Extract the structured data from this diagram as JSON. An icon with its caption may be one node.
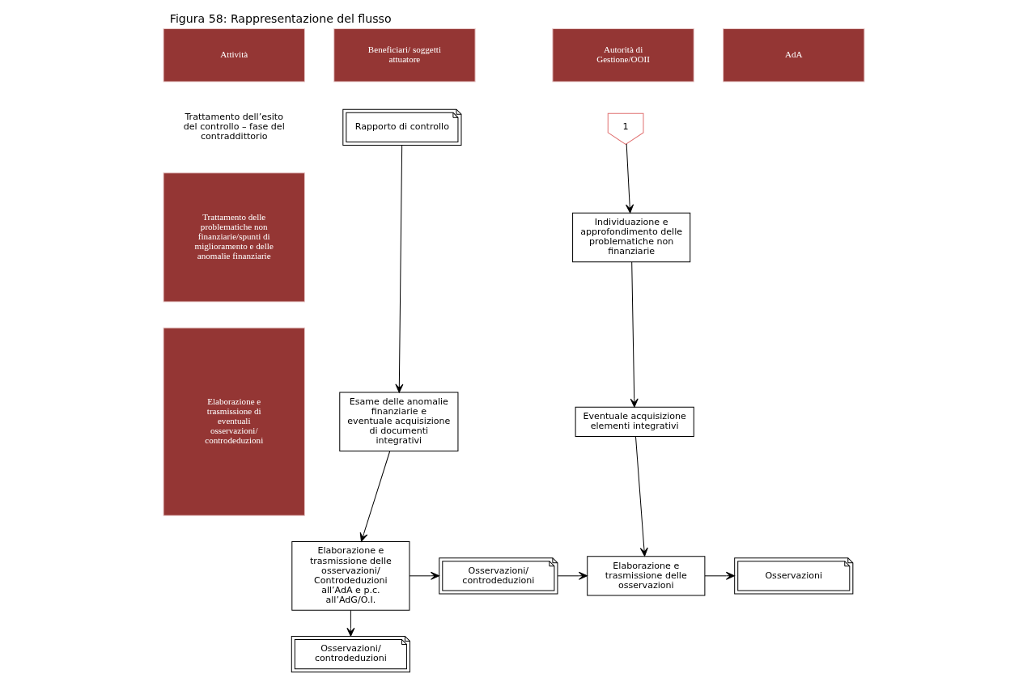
{
  "diagram": {
    "title": "Figura 58: Rappresentazione del flusso",
    "nodes": [
      {
        "text": [
          "Attività"
        ]
      },
      {
        "text": [
          "Beneficiari/ soggetti attuatore"
        ]
      },
      {
        "text": [
          "Autorità di Gestione/OOII"
        ]
      },
      {
        "text": [
          "AdA"
        ]
      },
      {
        "text": [
          "Trattamento delle problematiche non finanziarie/spunti di miglioramento e delle anomalie finanziarie"
        ]
      },
      {
        "text": [
          "Elaborazione e trasmissione di eventuali osservazioni/ controdeduzioni"
        ]
      },
      {
        "text": [
          "Rapporto di controllo"
        ]
      },
      {
        "text": [
          "Esame delle anomalie finanziarie e eventuale acquisizione di documenti integrativi"
        ]
      },
      {
        "text": [
          "Elaborazione e trasmissione delle osservazioni/ Controdeduzioni all’AdA e p.c. all’AdG/O.I."
        ]
      },
      {
        "text": [
          "Osservazioni/ controdeduzioni"
        ]
      },
      {
        "text": [
          "1"
        ]
      },
      {
        "text": [
          "Individuazione e approfondimento delle problematiche non finanziarie"
        ]
      },
      {
        "text": [
          "Eventuale acquisizione elementi integrativi"
        ]
      },
      {
        "text": [
          "Elaborazione e trasmissione delle osservazioni"
        ]
      },
      {
        "text": [
          "Osservazioni"
        ]
      },
      {
        "text": [
          "Osservazioni/ controdeduzioni"
        ]
      }
    ],
    "edges": [
      {
        "from": 6,
        "to": 7,
        "arrow": "to"
      },
      {
        "from": 7,
        "to": 8,
        "arrow": "to"
      },
      {
        "from": 8,
        "to": 9,
        "arrow": "to"
      },
      {
        "from": 9,
        "to": 13,
        "arrow": "to"
      },
      {
        "from": 10,
        "to": 11,
        "arrow": "to"
      },
      {
        "from": 11,
        "to": 12,
        "arrow": "to"
      },
      {
        "from": 12,
        "to": 13,
        "arrow": "to"
      },
      {
        "from": 13,
        "to": 14,
        "arrow": "to"
      },
      {
        "from": 8,
        "to": 15,
        "arrow": "to"
      }
    ],
    "labels": [
      "Trattamento dell’esito del controllo – fase del contraddittorio"
    ]
  }
}
